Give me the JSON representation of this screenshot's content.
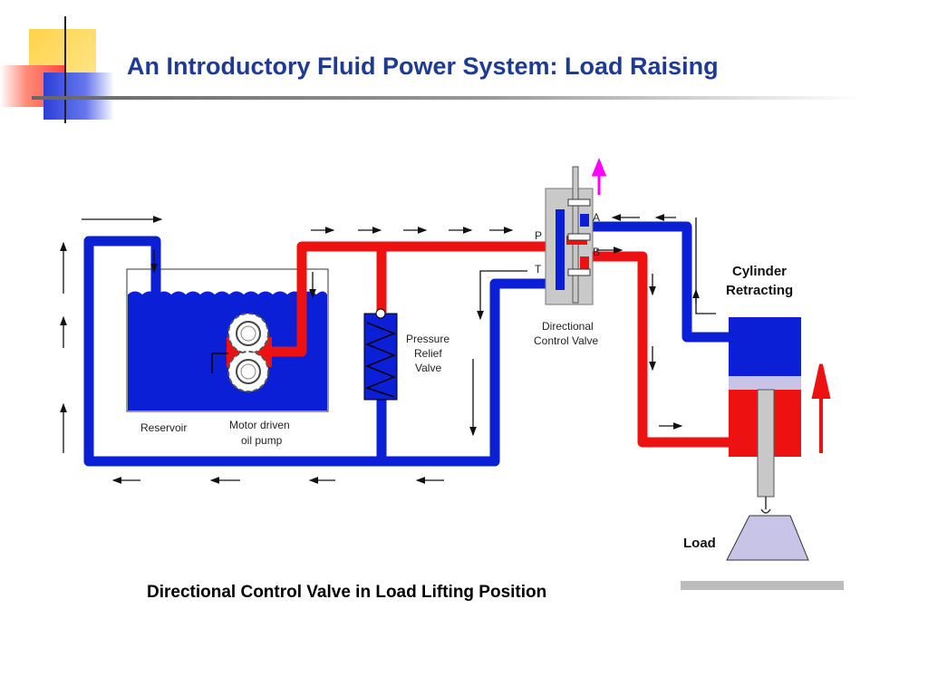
{
  "slide": {
    "title": "An Introductory Fluid Power System: Load Raising",
    "caption": "Directional Control Valve in Load Lifting Position"
  },
  "diagram": {
    "reservoir_label": "Reservoir",
    "pump_label_line1": "Motor driven",
    "pump_label_line2": "oil pump",
    "relief_label_line1": "Pressure",
    "relief_label_line2": "Relief",
    "relief_label_line3": "Valve",
    "dcv_label_line1": "Directional",
    "dcv_label_line2": "Control Valve",
    "port_p": "P",
    "port_t": "T",
    "port_a": "A",
    "port_b": "B",
    "cylinder_label_line1": "Cylinder",
    "cylinder_label_line2": "Retracting",
    "load_label": "Load"
  },
  "colors": {
    "pressure_line": "#ee1111",
    "return_line": "#0a1fd6",
    "reservoir_fluid": "#0a1fd6",
    "arrow_magenta": "#ff00ff",
    "title_blue": "#1f3a93",
    "load_fill": "#c8c4e8",
    "valve_body": "#c9c9c9",
    "decor_yellow": "#ffd24a",
    "decor_red": "#ff5a4a",
    "decor_blue": "#3344dd"
  }
}
